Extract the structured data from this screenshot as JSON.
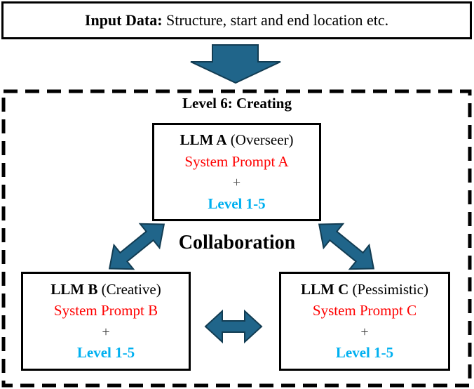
{
  "input_box": {
    "title": "Input Data:",
    "description": " Structure, start and end location etc."
  },
  "container": {
    "title": "Level 6: Creating",
    "collaboration_label": "Collaboration"
  },
  "llm_boxes": [
    {
      "id": "A",
      "name": "LLM A",
      "role": " (Overseer)",
      "system_prompt": "System Prompt A",
      "plus": "+",
      "level": "Level 1-5"
    },
    {
      "id": "B",
      "name": "LLM B",
      "role": " (Creative)",
      "system_prompt": "System Prompt B",
      "plus": "+",
      "level": "Level 1-5"
    },
    {
      "id": "C",
      "name": "LLM C",
      "role": " (Pessimistic)",
      "system_prompt": "System Prompt C",
      "plus": "+",
      "level": "Level 1-5"
    }
  ],
  "icons": {
    "down_arrow": "flow-from-input-to-level6",
    "diagonal_arrow_left": "bidirectional-link-llmA-llmB",
    "diagonal_arrow_right": "bidirectional-link-llmA-llmC",
    "horizontal_arrow": "bidirectional-link-llmB-llmC"
  },
  "colors": {
    "arrow_fill": "#20658a",
    "arrow_stroke": "#123c52",
    "box_border": "#000000",
    "system_prompt_text": "#ff0000",
    "level_text": "#00b0f0",
    "background": "#ffffff"
  }
}
